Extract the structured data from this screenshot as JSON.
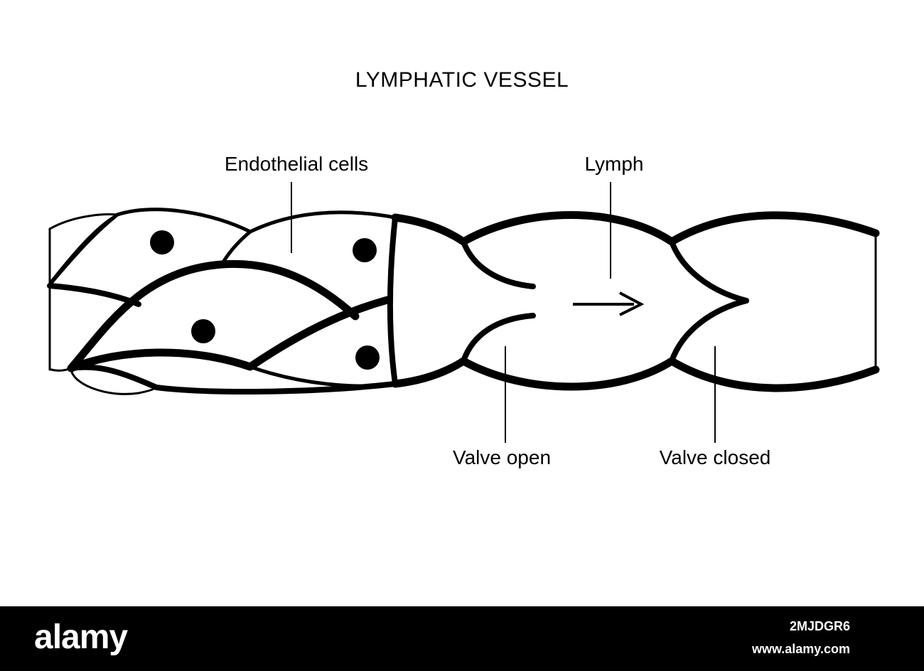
{
  "diagram": {
    "title": "LYMPHATIC VESSEL",
    "labels": {
      "endothelial_cells": "Endothelial cells",
      "lymph": "Lymph",
      "valve_open": "Valve open",
      "valve_closed": "Valve closed"
    }
  },
  "footer": {
    "brand": "alamy",
    "image_id": "2MJDGR6",
    "site": "www.alamy.com"
  },
  "colors": {
    "background": "#ffffff",
    "ink": "#000000",
    "footer_bg": "#000000",
    "footer_text": "#ffffff"
  }
}
